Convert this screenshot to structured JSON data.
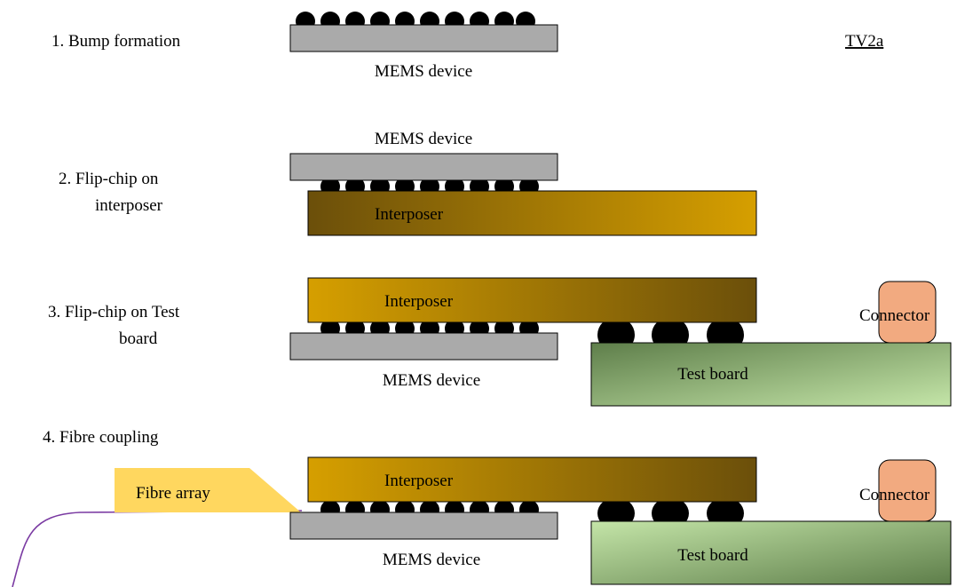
{
  "header": {
    "tag": "TV2a"
  },
  "steps": [
    {
      "label_line1": "1. Bump formation",
      "label_line2": ""
    },
    {
      "label_line1": "2. Flip-chip on",
      "label_line2": "interposer"
    },
    {
      "label_line1": "3. Flip-chip on Test",
      "label_line2": "board"
    },
    {
      "label_line1": "4. Fibre coupling",
      "label_line2": ""
    }
  ],
  "parts": {
    "mems": "MEMS device",
    "interposer": "Interposer",
    "test_board": "Test board",
    "connector": "Connector",
    "fibre_array": "Fibre array"
  },
  "colors": {
    "mems_fill": "#aaaaaa",
    "interposer_dark": "#6b4f0a",
    "interposer_light": "#d69f00",
    "test_board_dark": "#5e7e4a",
    "test_board_light": "#c4e5a8",
    "connector": "#f2aa80",
    "fibre_array": "#ffd75f",
    "fibre": "#7a3aa2",
    "bump": "#000000"
  }
}
